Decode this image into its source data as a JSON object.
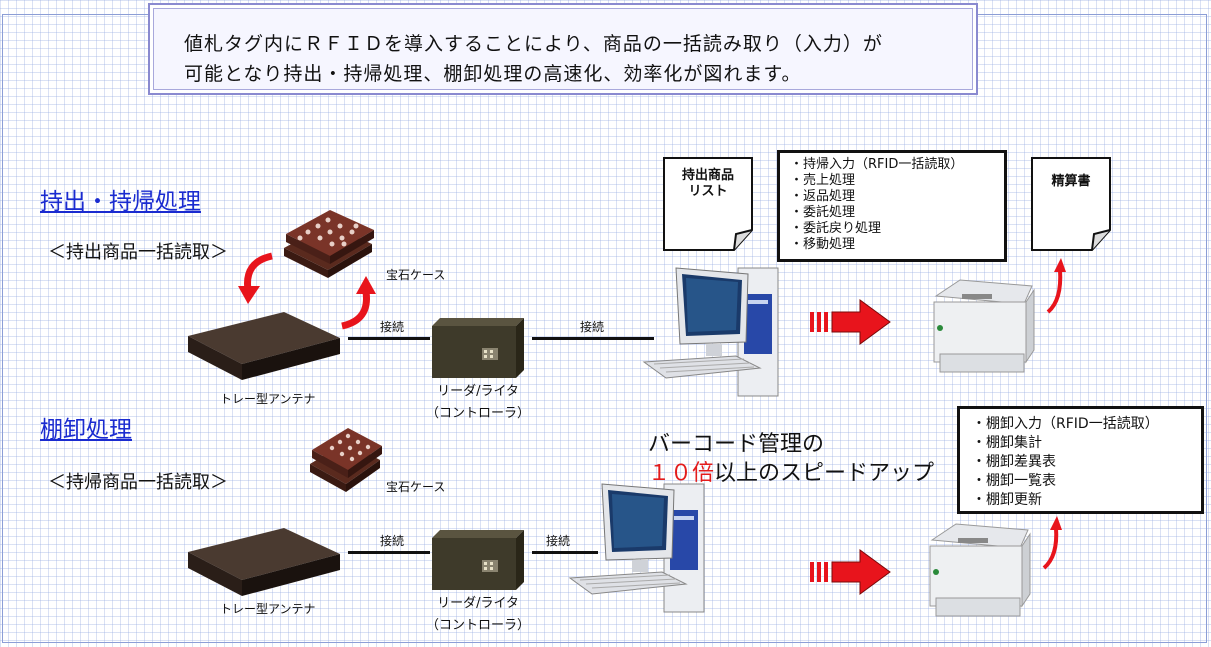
{
  "headline": {
    "line1": "値札タグ内にＲＦＩＤを導入することにより、商品の一括読み取り（入力）が",
    "line2": "可能となり持出・持帰処理、棚卸処理の高速化、効率化が図れます。"
  },
  "section_out": {
    "title": "持出・持帰処理",
    "subtitle": "＜持出商品一括読取＞",
    "jewel_case_label": "宝石ケース",
    "antenna_label": "トレー型アンテナ",
    "reader_label": "リーダ/ライタ",
    "reader_sub": "（コントローラ）",
    "connect_label_1": "接続",
    "connect_label_2": "接続",
    "doc_list": "持出商品\nリスト",
    "doc_settlement": "精算書",
    "functions": [
      "持帰入力（RFID一括読取）",
      "売上処理",
      "返品処理",
      "委託処理",
      "委託戻り処理",
      "移動処理"
    ]
  },
  "section_inv": {
    "title": "棚卸処理",
    "subtitle": "＜持帰商品一括読取＞",
    "jewel_case_label": "宝石ケース",
    "antenna_label": "トレー型アンテナ",
    "reader_label": "リーダ/ライタ",
    "reader_sub": "（コントローラ）",
    "connect_label_1": "接続",
    "connect_label_2": "接続",
    "functions": [
      "棚卸入力（RFID一括読取）",
      "棚卸集計",
      "棚卸差異表",
      "棚卸一覧表",
      "棚卸更新"
    ]
  },
  "promo": {
    "line1": "バーコード管理の",
    "highlight": "１０倍",
    "line2_rest": "以上のスピードアップ"
  },
  "colors": {
    "arrow_red": "#e8141c",
    "title_blue": "#1a2bd0",
    "highlight_red": "#e31c1c",
    "frame_blue": "#8a8ad0"
  }
}
